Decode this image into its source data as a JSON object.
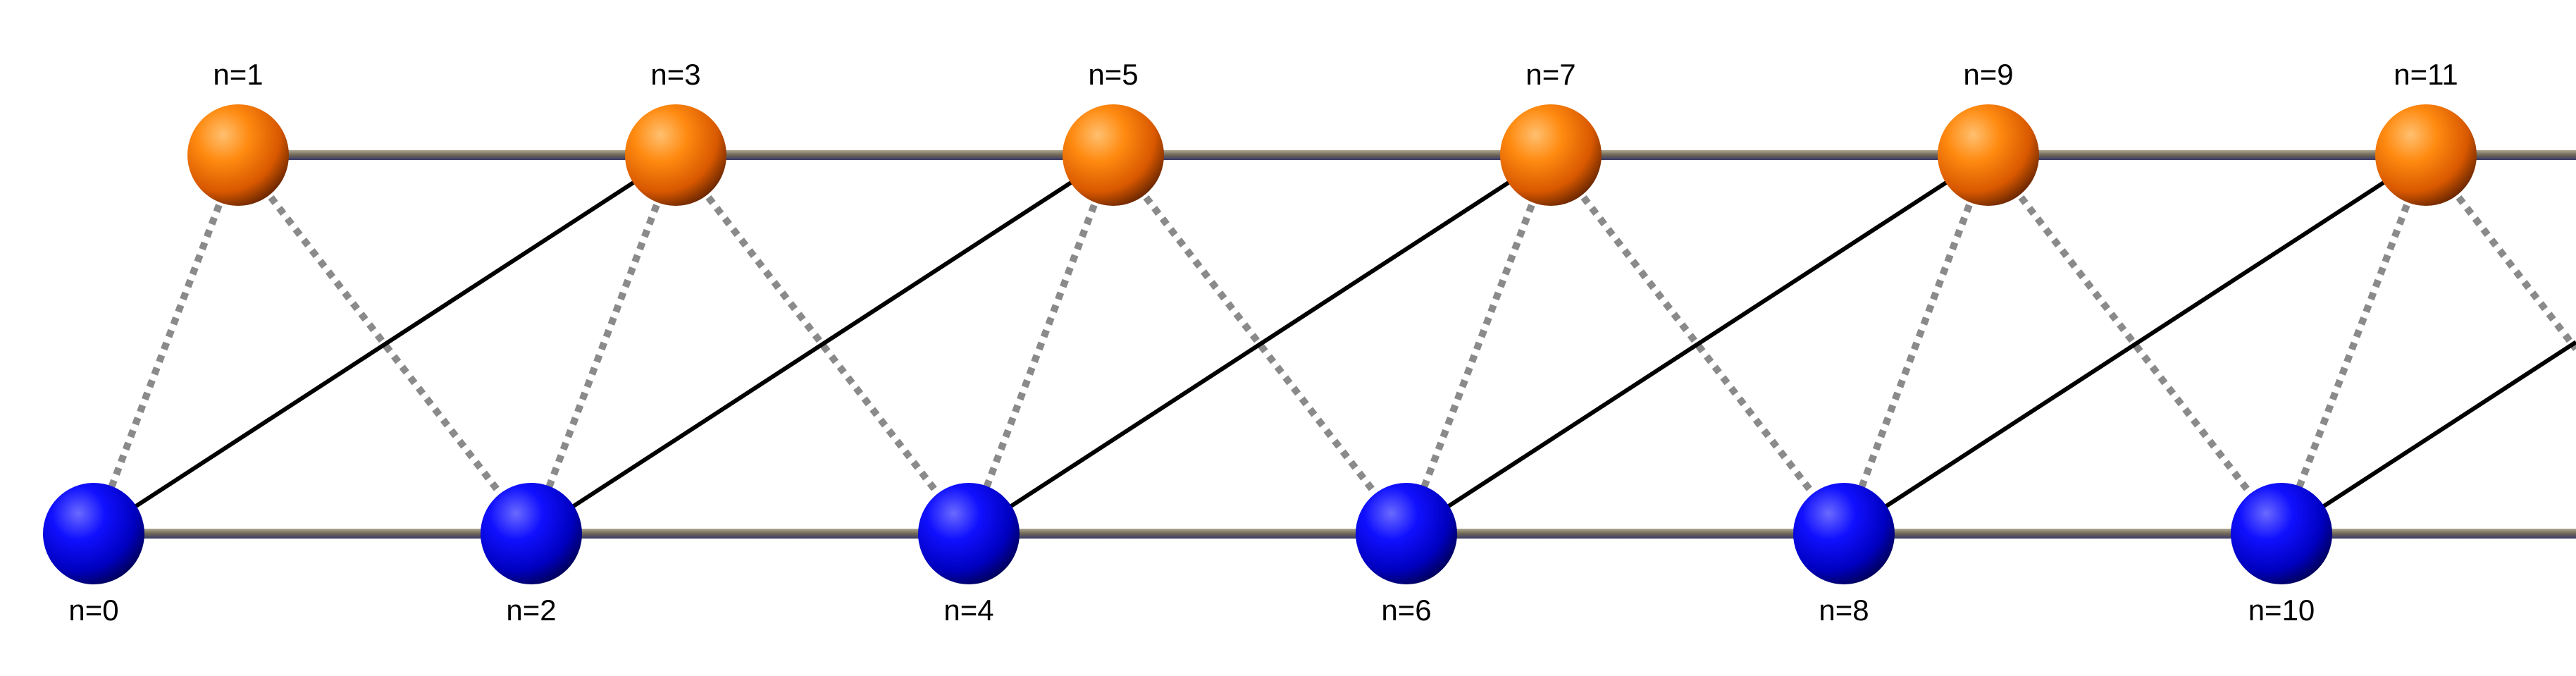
{
  "top_row": {
    "color": "#ff7f0e",
    "sites": [
      {
        "label": "n=1"
      },
      {
        "label": "n=3"
      },
      {
        "label": "n=5"
      },
      {
        "label": "n=7"
      },
      {
        "label": "n=9"
      },
      {
        "label": "n=11"
      }
    ]
  },
  "bottom_row": {
    "color": "#0000ff",
    "sites": [
      {
        "label": "n=0"
      },
      {
        "label": "n=2"
      },
      {
        "label": "n=4"
      },
      {
        "label": "n=6"
      },
      {
        "label": "n=8"
      },
      {
        "label": "n=10"
      }
    ]
  },
  "bond_colors": {
    "rail": "#8c8474",
    "diagonal_solid": "#000000",
    "diagonal_dotted": "#8a8a8a"
  }
}
